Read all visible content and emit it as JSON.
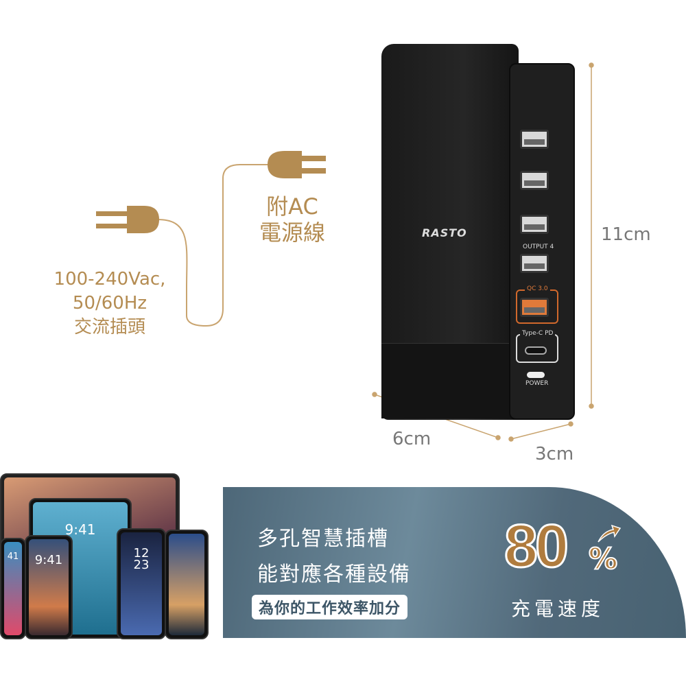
{
  "cable_label": {
    "line1": "附AC",
    "line2": "電源線"
  },
  "input_label": {
    "line1": "100-240Vac,",
    "line2": "50/60Hz",
    "line3": "交流插頭"
  },
  "dimensions": {
    "height": "11cm",
    "width": "6cm",
    "depth": "3cm"
  },
  "product": {
    "brand": "RASTO",
    "output_label": "OUTPUT 4",
    "qc_label": "QC 3.0",
    "typec_label": "Type-C PD",
    "power_label": "POWER"
  },
  "devices": {
    "tablet_time": "9:41",
    "phone_time": "9:41",
    "phone2_time_h": "12",
    "phone2_time_m": "23",
    "partial_time": "41"
  },
  "banner": {
    "line1": "多孔智慧插槽",
    "line2": "能對應各種設備",
    "tagline": "為你的工作效率加分",
    "stat_value": "80",
    "stat_unit": "%",
    "stat_label": "充電速度"
  },
  "colors": {
    "gold": "#b48c52",
    "banner": "#567486",
    "qc_orange": "#d2692c"
  }
}
